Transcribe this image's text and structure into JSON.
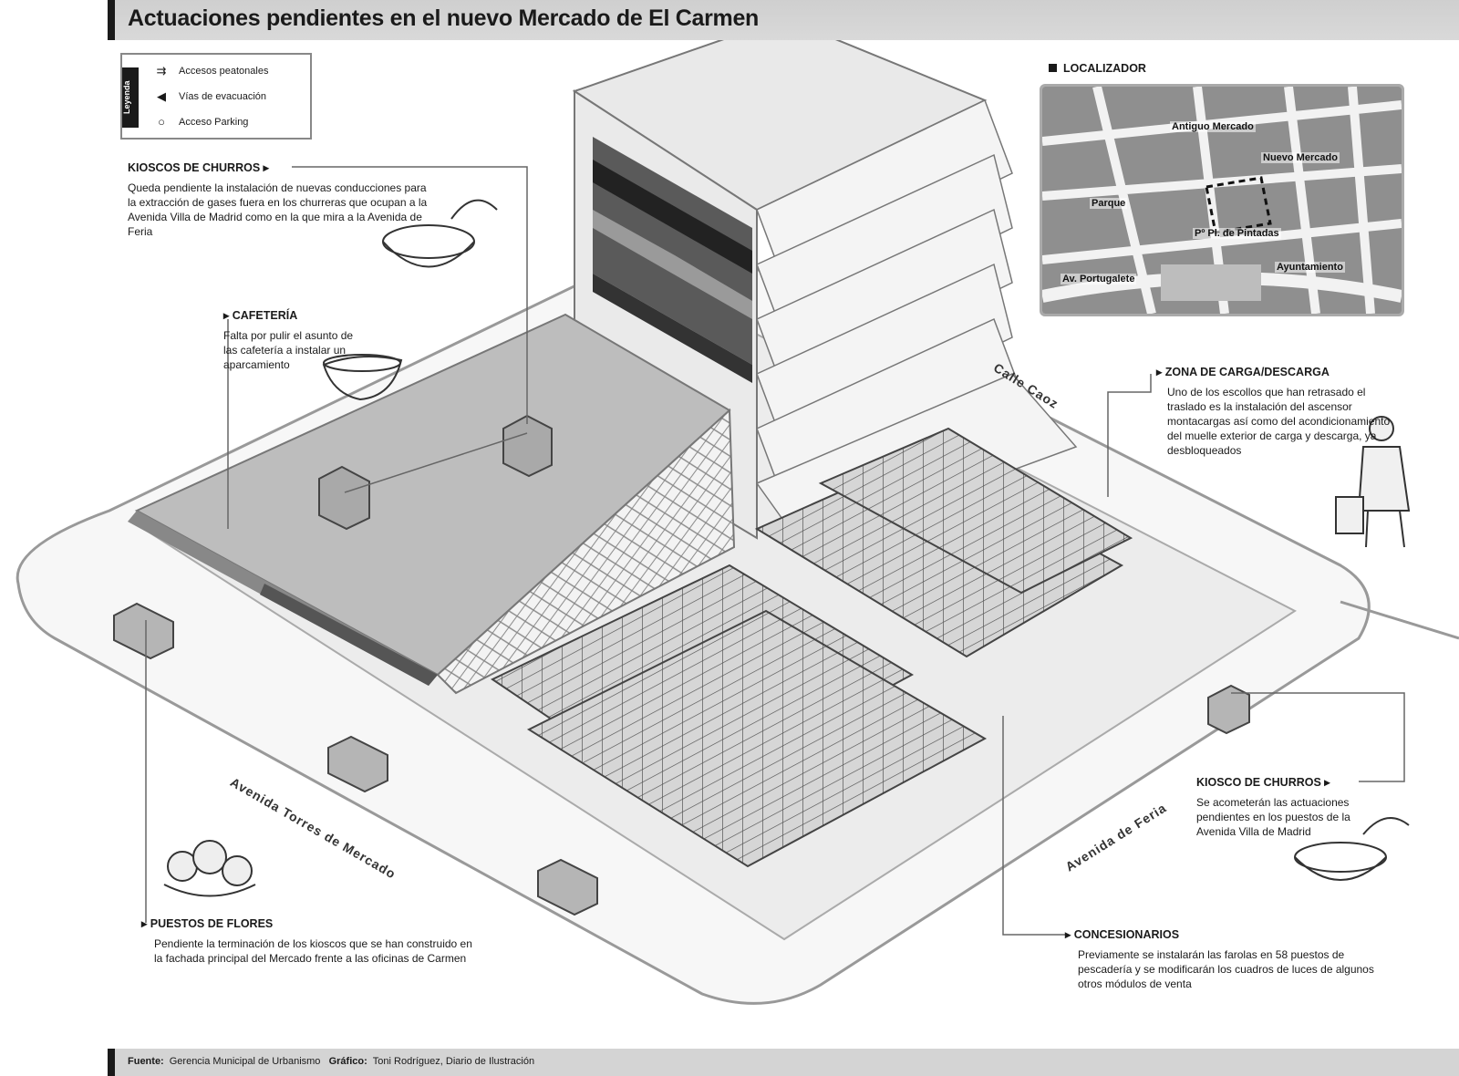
{
  "title": "Actuaciones pendientes en el nuevo Mercado de El Carmen",
  "legend": {
    "tag": "Leyenda",
    "items": [
      {
        "icon": "arrows-icon",
        "label": "Accesos peatonales"
      },
      {
        "icon": "triangle-left-icon",
        "label": "Vías de evacuación"
      },
      {
        "icon": "circle-icon",
        "label": "Acceso Parking"
      }
    ]
  },
  "kiosco_top": {
    "heading": "Kioscos de churros ▸",
    "text": "Queda pendiente la instalación de nuevas conducciones para la extracción de gases fuera en los churreras que ocupan a la Avenida Villa de Madrid como en la que mira a la Avenida de Feria"
  },
  "cafeteria": {
    "heading": "▸ Cafetería",
    "text": "Falta por pulir el asunto de las cafetería a instalar un aparcamiento"
  },
  "locator": {
    "heading": "Localizador",
    "labels": [
      "Antiguo Mercado",
      "Nuevo Mercado",
      "Parque",
      "Pº Pl. de Pintadas",
      "Av. Portugalete",
      "Ayuntamiento"
    ]
  },
  "carga": {
    "heading": "▸ Zona de carga/descarga",
    "text": "Uno de los escollos que han retrasado el traslado es la instalación del ascensor montacargas así como del acondicionamiento del muelle exterior de carga y descarga, ya desbloqueados"
  },
  "streets": {
    "calle": "Calle Caoz",
    "avenida_main": "Avenida Torres de Mercado",
    "avenida_feria": "Avenida de Feria"
  },
  "kiosco_bottom": {
    "heading": "Kiosco de churros ▸",
    "text": "Se acometerán las actuaciones pendientes en los puestos de la Avenida Villa de Madrid"
  },
  "flores": {
    "heading": "▸ Puestos de flores",
    "text": "Pendiente la terminación de los kioscos que se han construido en la fachada principal del Mercado frente a las oficinas de Carmen"
  },
  "concesionarios": {
    "heading": "▸ Concesionarios",
    "text": "Previamente se instalarán las farolas en 58 puestos de pescadería y se modificarán los cuadros de luces de algunos otros módulos de venta"
  },
  "footer": {
    "source_label": "Fuente:",
    "source_text": "Gerencia Municipal de Urbanismo",
    "graphic_label": "Gráfico:",
    "graphic_text": "Toni Rodríguez, Diario de Ilustración"
  }
}
